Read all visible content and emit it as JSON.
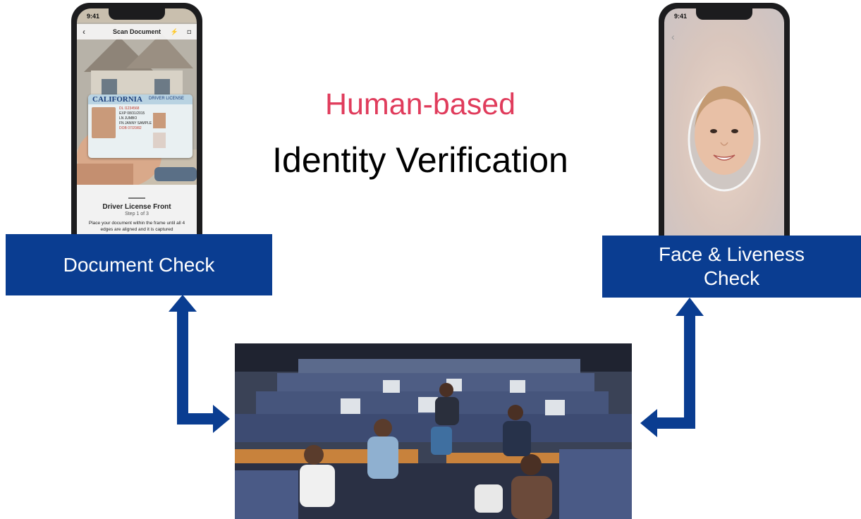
{
  "title": {
    "line1": "Human-based",
    "line2": "Identity Verification"
  },
  "left_phone": {
    "time": "9:41",
    "header": "Scan Document",
    "license_state": "CALIFORNIA",
    "license_type": "DRIVER LICENSE",
    "license_dl": "DL I1234568",
    "license_exp": "EXP 08/31/2015",
    "license_ln": "LN JUMBO",
    "license_fn": "FN JANNY SAMPLE",
    "license_dob": "DOB 07/20/82",
    "step_title": "Driver License Front",
    "step_count": "Step 1 of 3",
    "instructions": "Place your document within the frame until all 4 edges are aligned and it is captured"
  },
  "right_phone": {
    "time": "9:41"
  },
  "boxes": {
    "document": "Document Check",
    "face_line1": "Face & Liveness",
    "face_line2": "Check"
  },
  "colors": {
    "accent_red": "#e03c5c",
    "box_blue": "#0a3d91",
    "arrow_blue": "#0a3d91"
  }
}
